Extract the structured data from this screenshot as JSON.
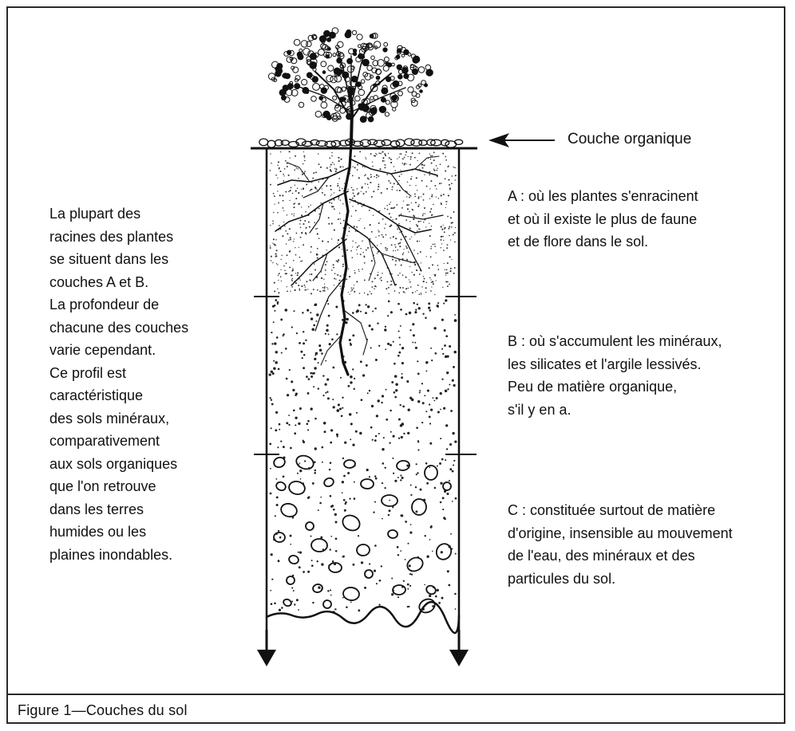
{
  "figure": {
    "caption": "Figure 1—Couches du sol"
  },
  "labels": {
    "organic_layer": "Couche organique",
    "left_note_lines": [
      "La plupart des",
      "racines des plantes",
      "se situent dans les",
      "couches A et B.",
      "La profondeur de",
      "chacune des couches",
      "varie cependant.",
      "Ce profil est",
      "caractéristique",
      "des sols minéraux,",
      "comparativement",
      "aux sols organiques",
      "que l'on retrouve",
      "dans les terres",
      "humides ou les",
      "plaines inondables."
    ],
    "horizon_a_lines": [
      "A : où les plantes s'enracinent",
      "et où il existe le plus de faune",
      "et de flore dans le sol."
    ],
    "horizon_b_lines": [
      "B : où s'accumulent les minéraux,",
      "les silicates et l'argile lessivés.",
      "Peu de matière organique,",
      "s'il y en a."
    ],
    "horizon_c_lines": [
      "C : constituée surtout de matière",
      "d'origine, insensible au mouvement",
      "de l'eau, des minéraux et des",
      "particules du sol."
    ]
  },
  "colors": {
    "ink": "#111111",
    "background": "#ffffff"
  }
}
